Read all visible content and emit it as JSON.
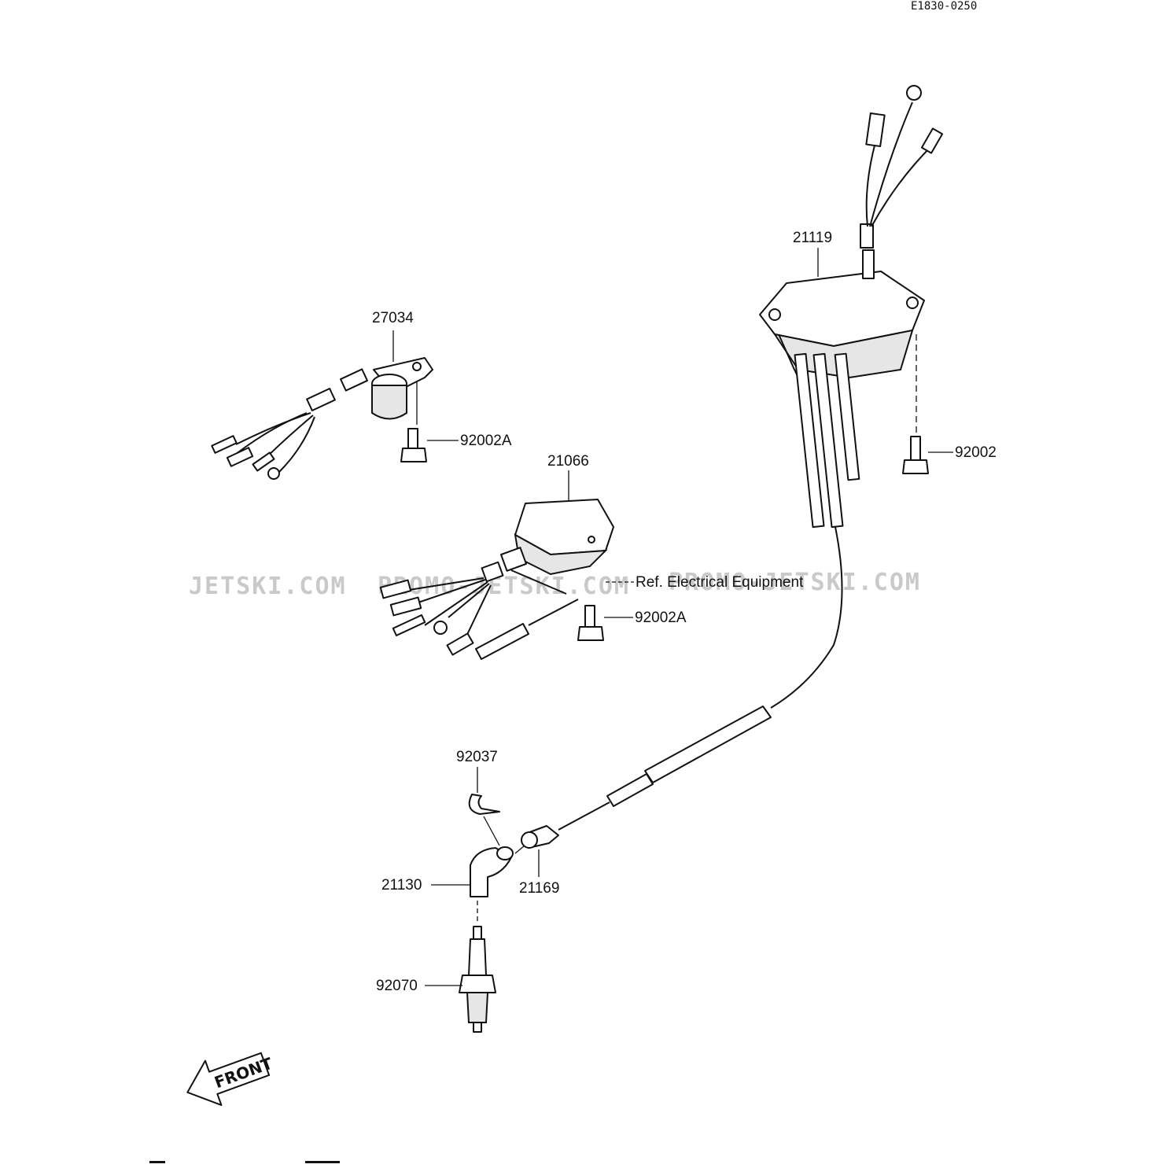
{
  "drawing_code": "E1830-0250",
  "watermarks": [
    "JETSKI.COM",
    "PROMO-JETSKI.COM",
    "PROMO-JETSKI.COM"
  ],
  "reference_note": "Ref. Electrical Equipment",
  "orientation_label": "FRONT",
  "parts": [
    {
      "id": "p-21119",
      "number": "21119"
    },
    {
      "id": "p-27034",
      "number": "27034"
    },
    {
      "id": "p-92002A-top",
      "number": "92002A"
    },
    {
      "id": "p-21066",
      "number": "21066"
    },
    {
      "id": "p-92002",
      "number": "92002"
    },
    {
      "id": "p-92002A-mid",
      "number": "92002A"
    },
    {
      "id": "p-92037",
      "number": "92037"
    },
    {
      "id": "p-21130",
      "number": "21130"
    },
    {
      "id": "p-21169",
      "number": "21169"
    },
    {
      "id": "p-92070",
      "number": "92070"
    }
  ]
}
